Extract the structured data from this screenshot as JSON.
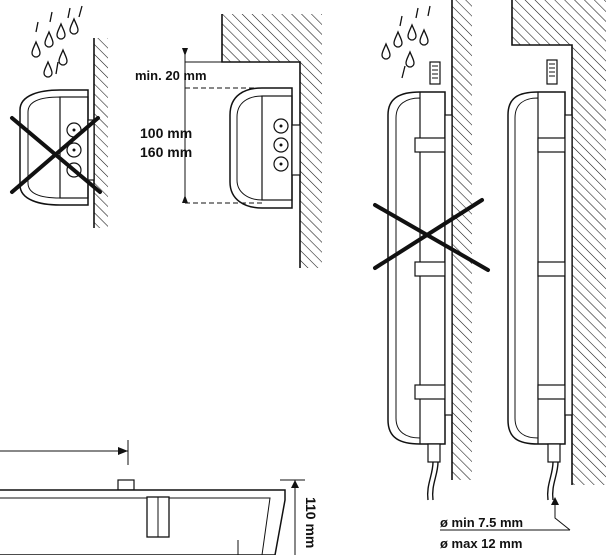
{
  "labels": {
    "clearance_top": "min. 20 mm",
    "height_small": "100 mm",
    "height_large": "160 mm",
    "depth": "110 mm",
    "cable_min": "ø min 7.5 mm",
    "cable_max": "ø max 12 mm"
  },
  "colors": {
    "line": "#111111",
    "background": "#ffffff"
  },
  "icons": [
    "rain-drops-icon",
    "wrong-cross-icon",
    "wall-hatch-icon"
  ]
}
